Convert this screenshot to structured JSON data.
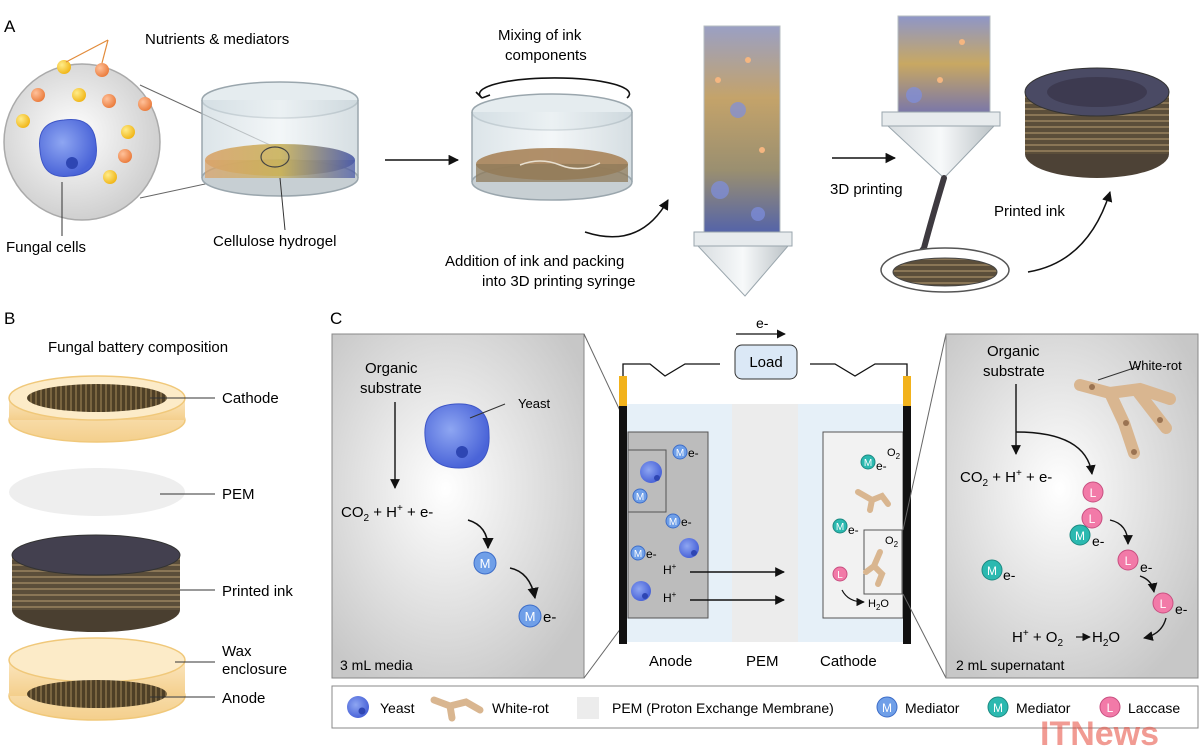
{
  "panel_a": {
    "letter": "A",
    "nutrients_label": "Nutrients & mediators",
    "fungal_cells_label": "Fungal cells",
    "hydrogel_label": "Cellulose hydrogel",
    "mixing_label_line1": "Mixing of ink",
    "mixing_label_line2": "components",
    "addition_label_line1": "Addition of ink and packing",
    "addition_label_line2": "into 3D printing syringe",
    "printing_label": "3D printing",
    "printed_ink_label": "Printed ink"
  },
  "panel_b": {
    "letter": "B",
    "title": "Fungal battery composition",
    "cathode_label": "Cathode",
    "pem_label": "PEM",
    "printed_ink_label": "Printed ink",
    "wax_label_line1": "Wax",
    "wax_label_line2": "enclosure",
    "anode_label": "Anode"
  },
  "panel_c": {
    "letter": "C",
    "electron_label": "e-",
    "load_label": "Load",
    "anode_label": "Anode",
    "pem_label": "PEM",
    "cathode_label": "Cathode",
    "left_inset": {
      "organic_line1": "Organic",
      "organic_line2": "substrate",
      "yeast_label": "Yeast",
      "products_co2": "CO",
      "products_sub2": "2",
      "products_rest": " + H",
      "products_sup": "+",
      "products_end": " + e-",
      "mediator_letter": "M",
      "e_label": "e-",
      "volume_label": "3 mL media"
    },
    "right_inset": {
      "organic_line1": "Organic",
      "organic_line2": "substrate",
      "whiterot_label": "White-rot",
      "products_co2": "CO",
      "products_sub2": "2",
      "products_rest": " + H",
      "products_sup": "+",
      "products_end": " + e-",
      "laccase_letter": "L",
      "mediator_letter": "M",
      "e_label": "e-",
      "water_eq_h": "H",
      "water_eq_sup": "+",
      "water_eq_o": " + O",
      "water_eq_sub": "2",
      "water_eq_h2o": "H",
      "water_eq_h2o_sub": "2",
      "water_eq_h2o_end": "O",
      "volume_label": "2 mL supernatant"
    },
    "cell": {
      "h_plus": "H",
      "h_plus_sup": "+",
      "o2": "O",
      "o2_sub": "2",
      "h2o": "H",
      "h2o_sub": "2",
      "h2o_end": "O",
      "e_label": "e-",
      "mediator_letter": "M",
      "laccase_letter": "L"
    },
    "legend": {
      "yeast": "Yeast",
      "whiterot": "White-rot",
      "pem": "PEM (Proton Exchange Membrane)",
      "mediator_blue": "Mediator",
      "mediator_teal": "Mediator",
      "laccase": "Laccase",
      "mediator_letter": "M",
      "laccase_letter": "L"
    }
  },
  "watermark": "ITNews",
  "colors": {
    "yeast_blue": "#5b78e0",
    "mediator_blue": "#6f9fe8",
    "mediator_teal": "#2bb9b0",
    "laccase_pink": "#f27aa8",
    "electrode_yellow": "#f2b21b",
    "panel_grey": "#d9d9d9"
  }
}
